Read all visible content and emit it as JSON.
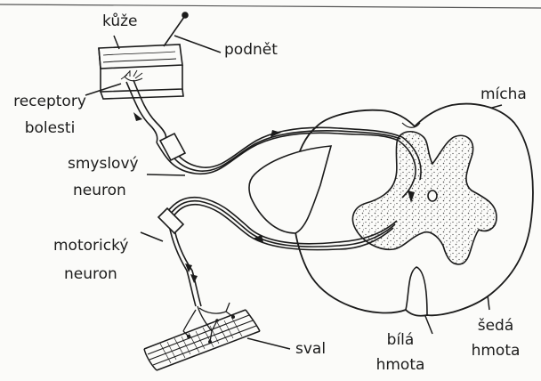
{
  "labels": {
    "skin": "kůže",
    "stimulus": "podnět",
    "pain_receptors_line1": "receptory",
    "pain_receptors_line2": "bolesti",
    "sensory_neuron_line1": "smyslový",
    "sensory_neuron_line2": "neuron",
    "motor_neuron_line1": "motorický",
    "motor_neuron_line2": "neuron",
    "muscle": "sval",
    "white_matter_line1": "bílá",
    "white_matter_line2": "hmota",
    "grey_matter_line1": "šedá",
    "grey_matter_line2": "hmota",
    "spinal_cord": "mícha"
  },
  "colors": {
    "ink": "#1b1b1b",
    "paper": "#fbfbf9",
    "grey_matter_stipple": "#4a4a4a"
  }
}
